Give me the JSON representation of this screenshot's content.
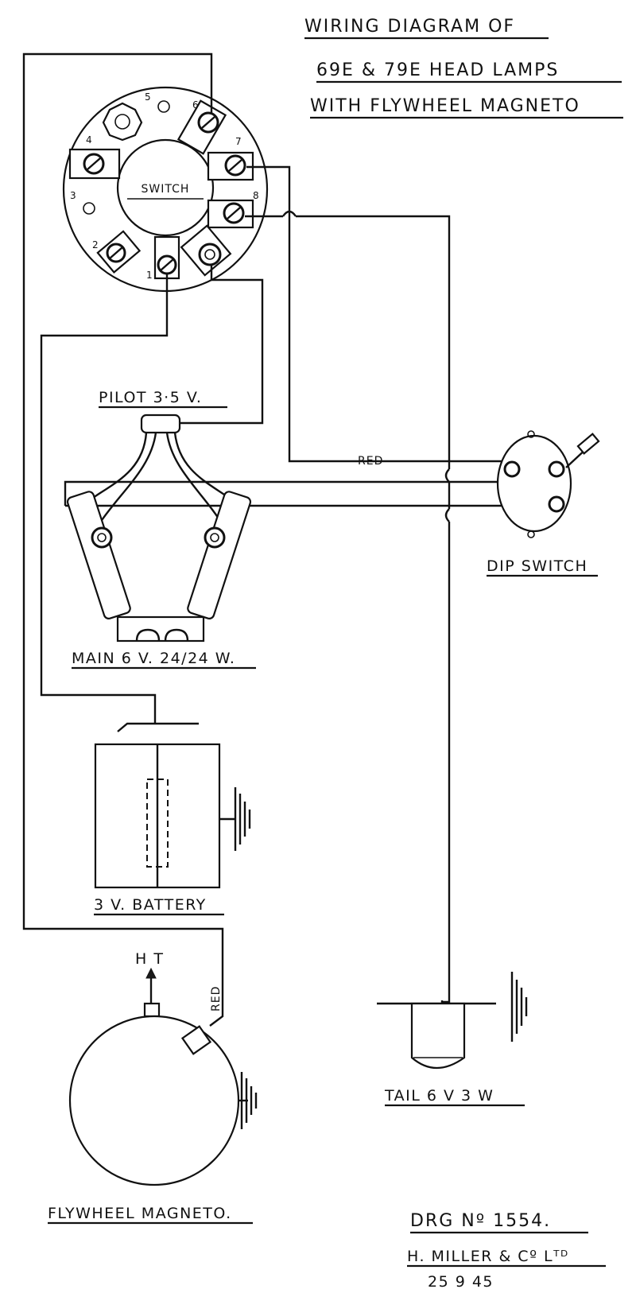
{
  "title": {
    "line1": "WIRING DIAGRAM OF",
    "line2": "69E & 79E HEAD LAMPS",
    "line3": "WITH FLYWHEEL MAGNETO"
  },
  "switch": {
    "label": "SWITCH",
    "terminals": [
      "1",
      "2",
      "3",
      "4",
      "5",
      "6",
      "7",
      "8"
    ]
  },
  "components": {
    "pilot": "PILOT 3·5 V.",
    "main": "MAIN 6 V. 24/24 W.",
    "dip_switch": "DIP SWITCH",
    "battery": "3 V. BATTERY",
    "tail": "TAIL 6 V 3 W",
    "magneto": "FLYWHEEL MAGNETO.",
    "ht": "H T"
  },
  "wire_labels": {
    "red_horizontal": "RED",
    "red_vertical": "RED"
  },
  "footer": {
    "drawing_no": "DRG Nº 1554.",
    "maker": "H. MILLER & Cº Lᵀᴰ",
    "date": "25  9  45"
  }
}
